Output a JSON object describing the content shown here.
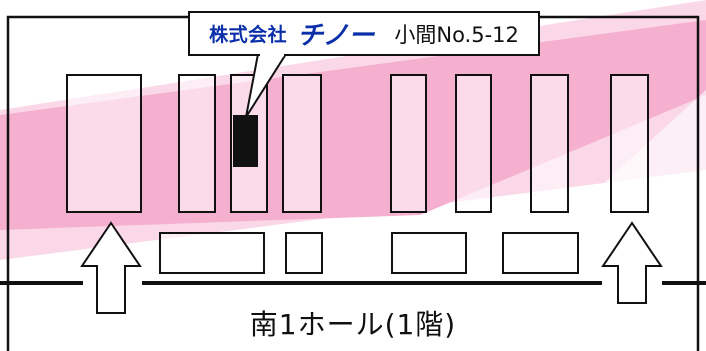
{
  "callout": {
    "company": "株式会社",
    "brand": "チノー",
    "booth": "小間No.5-12"
  },
  "hall_label": "南1ホール(1階)",
  "colors": {
    "background": "#ffffff",
    "band": "#f5b0cf",
    "band_light": "#fbd8e8",
    "booth_outline": "#111111",
    "highlight_booth": "#111111",
    "brand_text": "#0b2fa8"
  }
}
